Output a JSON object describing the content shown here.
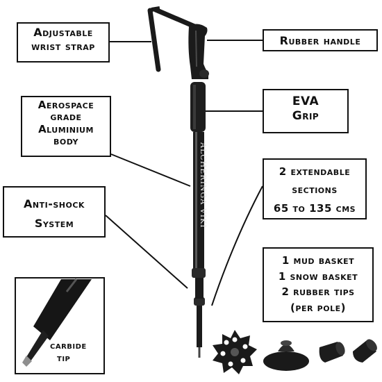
{
  "callouts": {
    "wrist_strap": [
      "Adjustable",
      "wrist strap"
    ],
    "rubber_handle": [
      "Rubber handle"
    ],
    "aluminium_body": [
      "Aerospace",
      "grade",
      "Aluminium",
      "body"
    ],
    "eva_grip": [
      "EVA",
      "Grip"
    ],
    "extendable_sections": [
      "2 extendable",
      "sections",
      "65 to 135 cms"
    ],
    "anti_shock": [
      "Anti-shock",
      "System"
    ],
    "accessories": [
      "1 mud basket",
      "1 snow basket",
      "2 rubber tips",
      "(per pole)"
    ],
    "carbide_tip": [
      "carbide",
      "tip"
    ]
  },
  "pole_text": "ALCHERINGA VIKI",
  "colors": {
    "pole": "#1b1b1b",
    "pole_highlight": "#5a5a5a",
    "ink": "#111111",
    "background": "#ffffff"
  }
}
